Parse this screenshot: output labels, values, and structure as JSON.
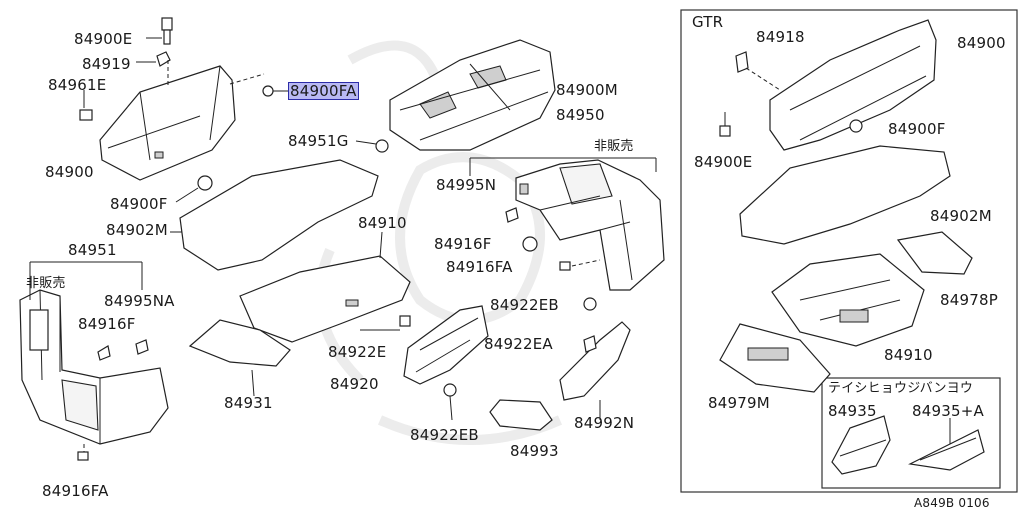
{
  "labels": {
    "p84900E_top": "84900E",
    "p84919": "84919",
    "p84961E": "84961E",
    "p84900FA": "84900FA",
    "p84900": "84900",
    "p84900F_left": "84900F",
    "p84902M_left": "84902M",
    "p84951": "84951",
    "jp_notsold_left": "非販売",
    "p84995NA": "84995NA",
    "p84916F_left": "84916F",
    "p84916FA_left": "84916FA",
    "p84900M": "84900M",
    "p84950": "84950",
    "p84951G": "84951G",
    "jp_notsold_mid": "非販売",
    "p84995N": "84995N",
    "p84910_mid": "84910",
    "p84916F_mid": "84916F",
    "p84916FA_mid": "84916FA",
    "p84922EB_top": "84922EB",
    "p84922E": "84922E",
    "p84922EA": "84922EA",
    "p84920": "84920",
    "p84931": "84931",
    "p84922EB_bottom": "84922EB",
    "p84993": "84993",
    "p84992N": "84992N",
    "gtr_title": "GTR",
    "p84918": "84918",
    "p84900_right": "84900",
    "p84900F_right": "84900F",
    "p84900E_right": "84900E",
    "p84902M_right": "84902M",
    "p84978P": "84978P",
    "p84910_right": "84910",
    "p84979M": "84979M",
    "jp_sub_title": "テイシヒョウジバンヨウ",
    "p84935": "84935",
    "p84935A": "84935+A",
    "footer_code": "A849B 0106"
  },
  "highlighted_part": "84900FA",
  "colors": {
    "highlight_fill": "#b9b9f3",
    "highlight_border": "#2c2ca8",
    "line": "#222222",
    "watermark": "#ececec"
  }
}
